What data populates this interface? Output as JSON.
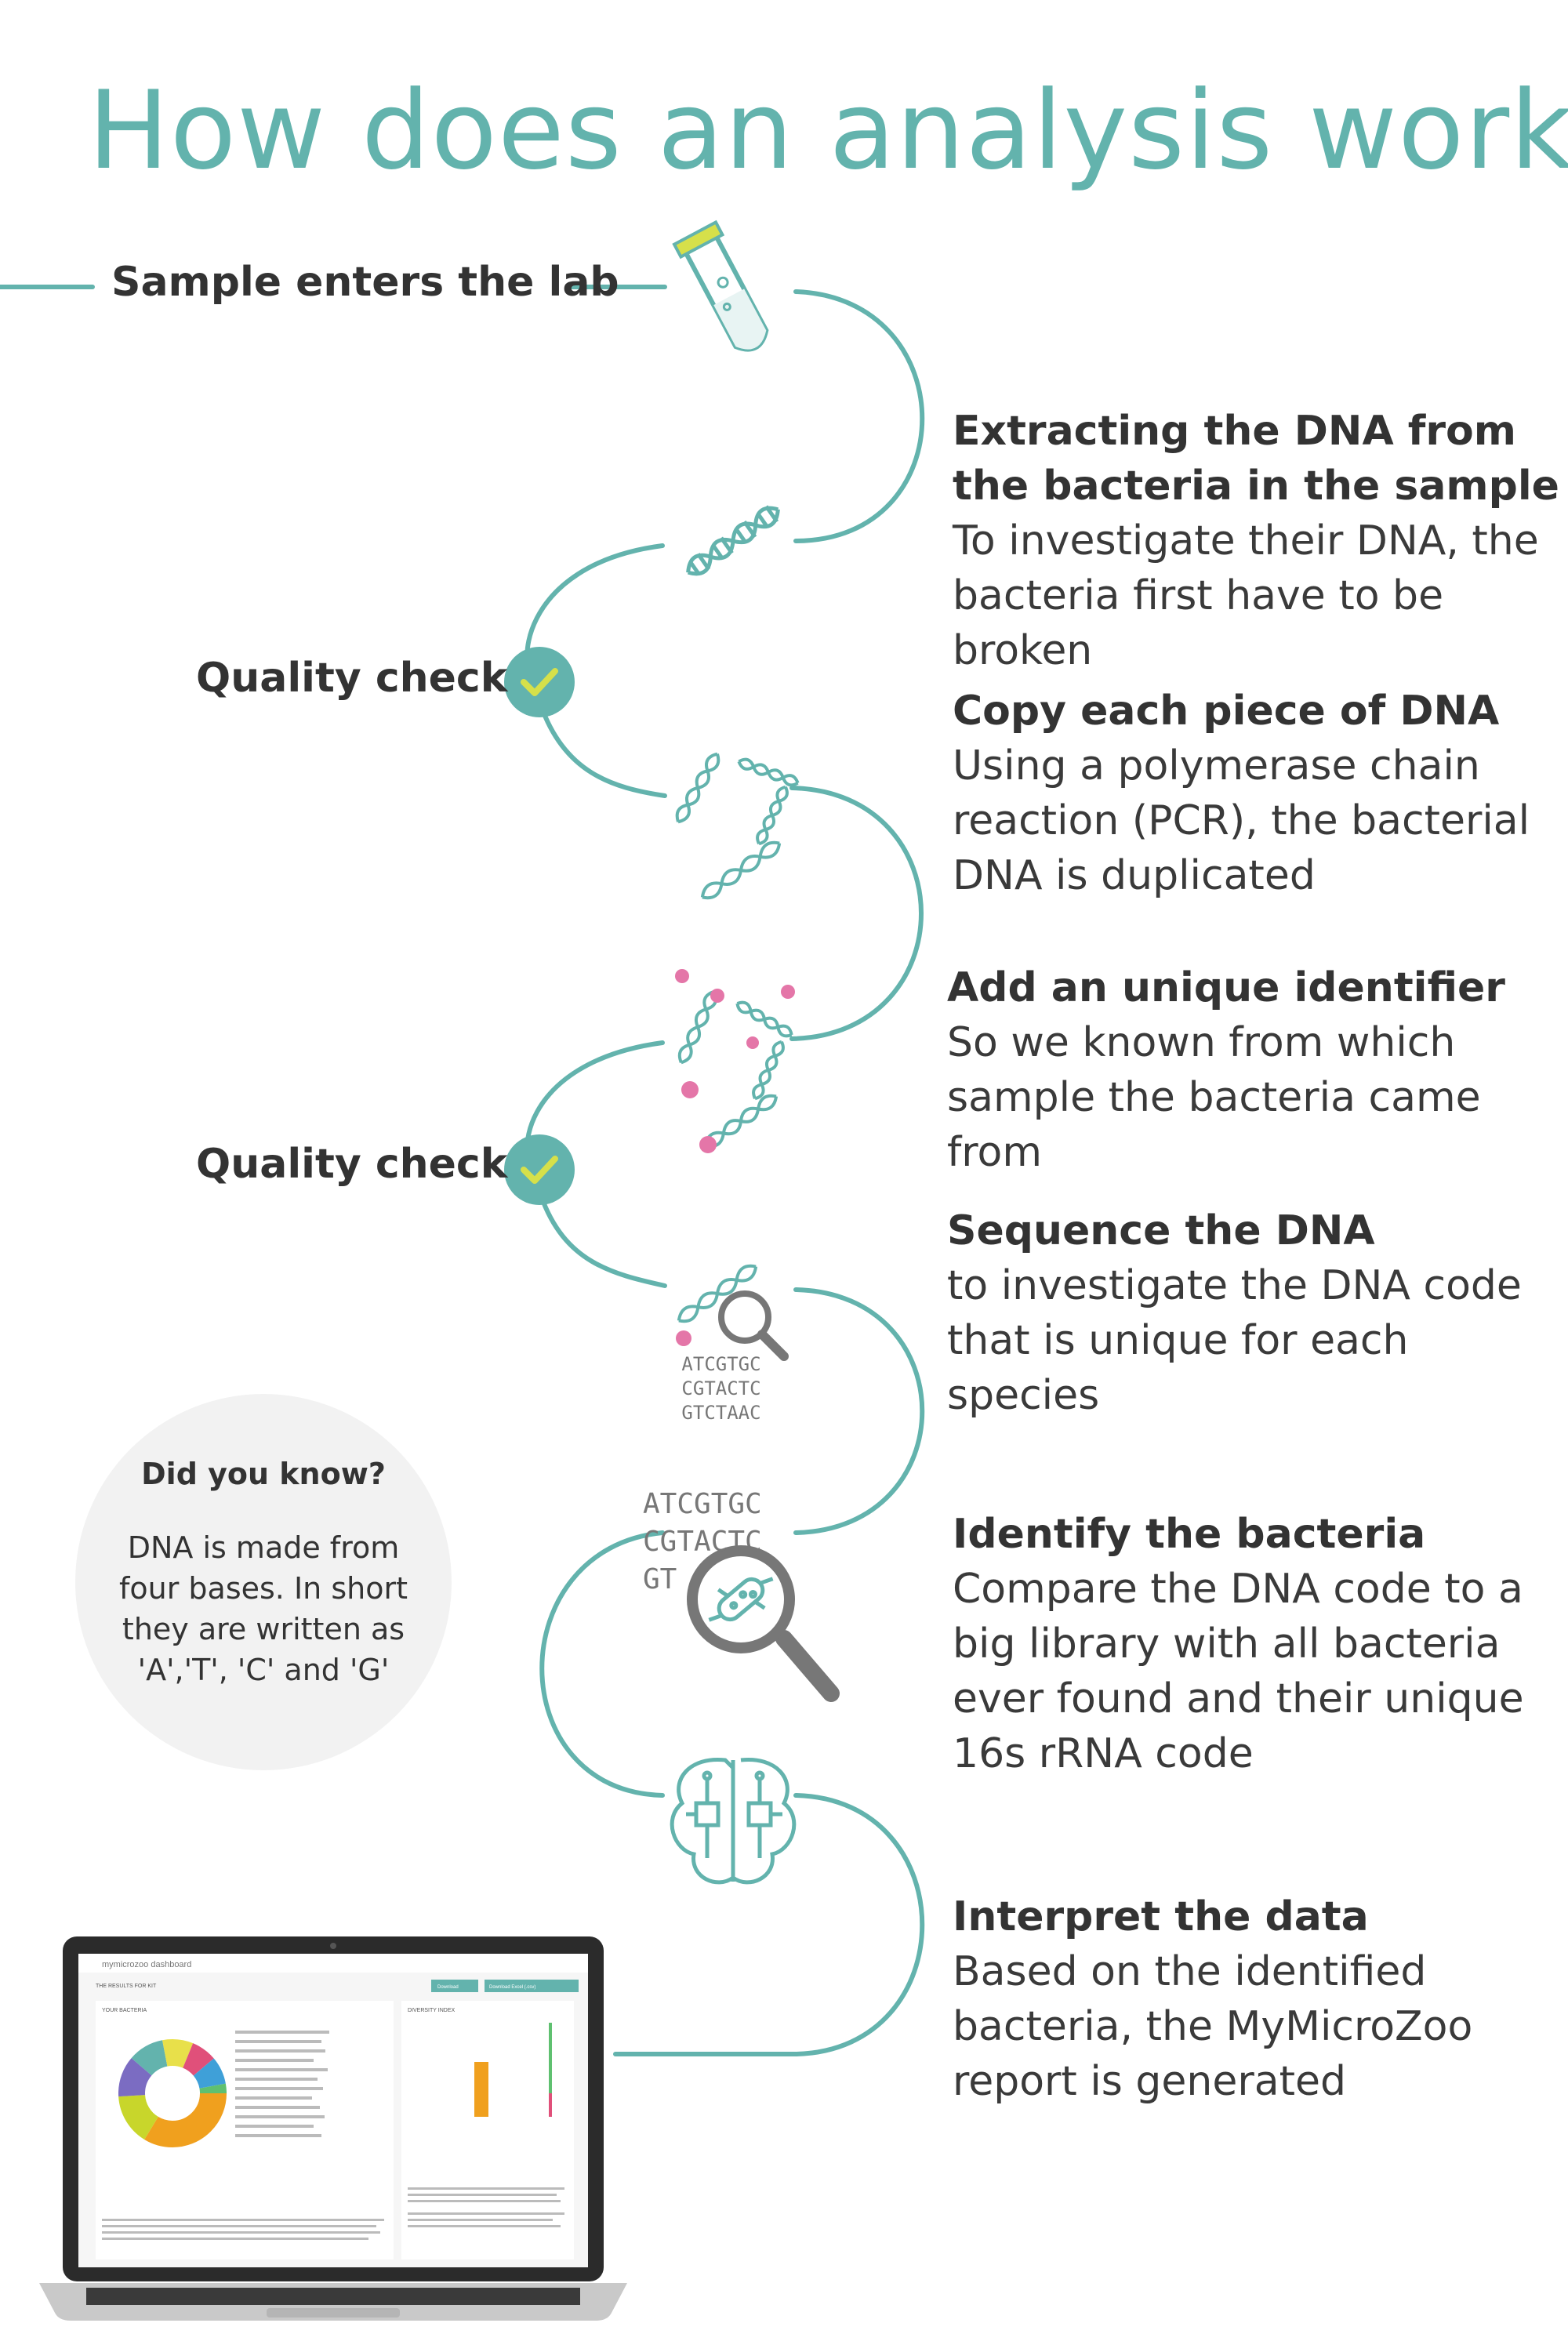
{
  "title": "How does an analysis work?",
  "labels": {
    "sample": "Sample enters the lab",
    "quality1": "Quality check",
    "quality2": "Quality check"
  },
  "steps": [
    {
      "heading": "Extracting the DNA from the bacteria in the sample",
      "body": "To investigate their DNA, the bacteria first have to be broken"
    },
    {
      "heading": "Copy each piece of DNA",
      "body": "Using a polymerase chain reaction (PCR), the bacterial DNA is duplicated"
    },
    {
      "heading": "Add an unique identifier",
      "body": "So we known from which sample the bacteria came from"
    },
    {
      "heading": "Sequence the DNA",
      "body": "to investigate the DNA code that is unique for each species"
    },
    {
      "heading": "Identify the bacteria",
      "body": "Compare the DNA code to a big library with all bacteria ever found  and their unique 16s rRNA code"
    },
    {
      "heading": "Interpret the  data",
      "body": "Based on the identified bacteria, the MyMicroZoo report is generated"
    }
  ],
  "sequence_small": "ATCGTGC\nCGTACTC\nGTCTAAC",
  "sequence_large": "ATCGTGC\nCGTACTC\nGT",
  "did_you_know": {
    "title": "Did you know?",
    "body": "DNA is made from four bases. In short they are written as 'A','T', 'C' and 'G'"
  },
  "laptop": {
    "brand": "mymicrozoo dashboard",
    "results_label": "THE RESULTS FOR KIT",
    "button_download": "Download",
    "button_download_excel": "Download Excel (.csv)",
    "panel_bacteria": "YOUR BACTERIA",
    "panel_diversity": "DIVERSITY INDEX"
  },
  "colors": {
    "accent": "#63b3ad",
    "pink": "#e476a8",
    "check": "#d6e04a",
    "text": "#333333",
    "circle_bg": "#f2f2f2"
  }
}
